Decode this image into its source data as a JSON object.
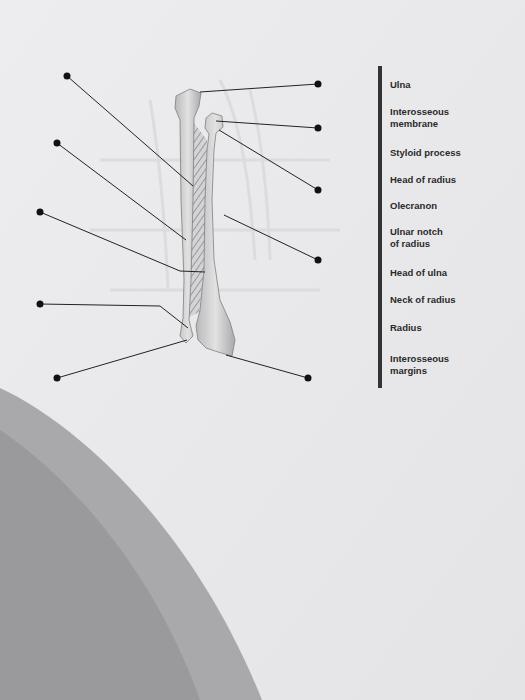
{
  "diagram": {
    "labels": [
      "Ulna",
      "Interosseous membrane",
      "Styloid process",
      "Head of radius",
      "Olecranon",
      "Ulnar notch of radius",
      "Head of ulna",
      "Neck of radius",
      "Radius",
      "Interosseous margins"
    ]
  }
}
